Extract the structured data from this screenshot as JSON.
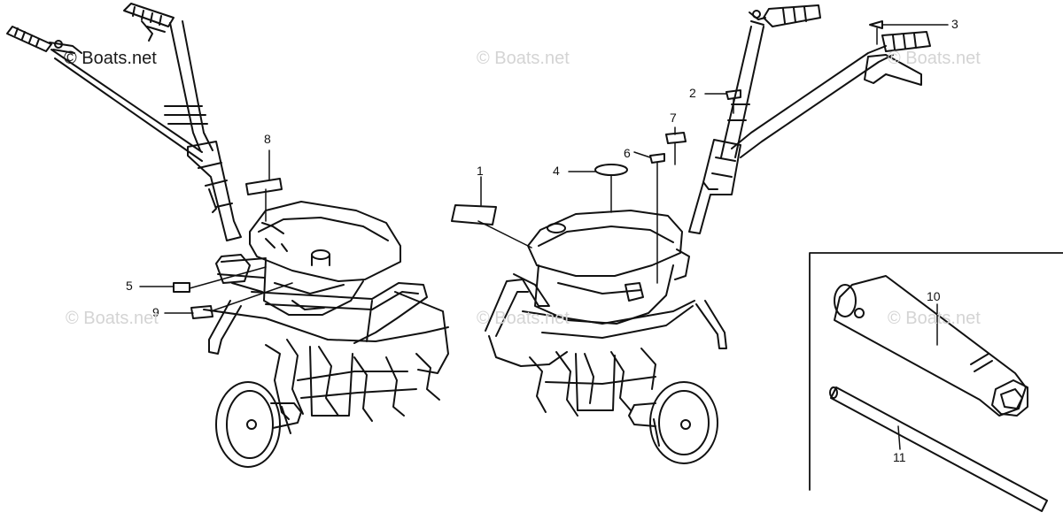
{
  "watermarks": [
    "© Boats.net",
    "© Boats.net",
    "© Boats.net",
    "© Boats.net",
    "© Boats.net",
    "© Boats.net"
  ],
  "callouts": [
    "1",
    "2",
    "3",
    "4",
    "5",
    "6",
    "7",
    "8",
    "9",
    "10",
    "11"
  ],
  "colors": {
    "line": "#111111",
    "watermark": "#d4d4d4"
  }
}
